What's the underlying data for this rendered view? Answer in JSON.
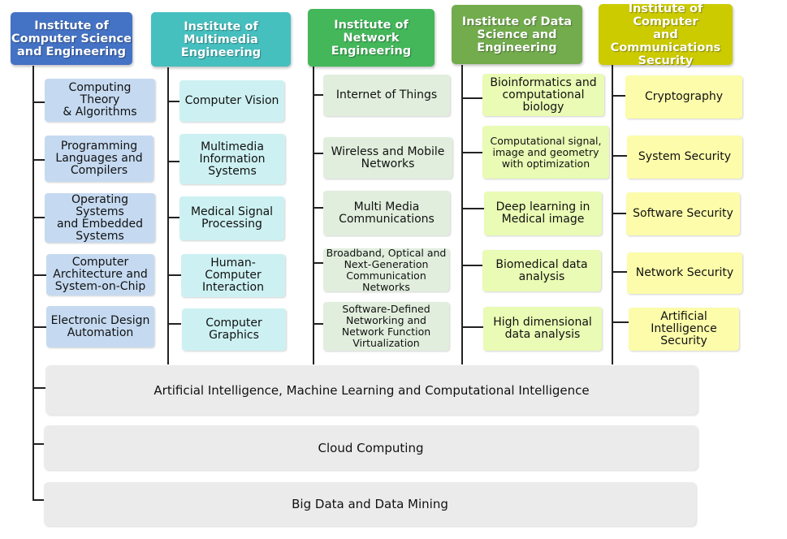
{
  "colors": {
    "col1": "#4472c4",
    "col2": "#46bfbf",
    "col3": "#43b75a",
    "col4": "#72ac4d",
    "col5": "#cccb00",
    "shared": "#ebebeb"
  },
  "columns": [
    {
      "header": "Institute of\nComputer Science\nand Engineering",
      "items": [
        "Computing\nTheory\n&  Algorithms",
        "Programming\nLanguages and\nCompilers",
        "Operating Systems\nand Embedded\nSystems",
        "Computer\nArchitecture and\nSystem-on-Chip",
        "Electronic Design\nAutomation"
      ]
    },
    {
      "header": "Institute of Multimedia\nEngineering",
      "items": [
        "Computer Vision",
        "Multimedia\nInformation\nSystems",
        "Medical Signal\nProcessing",
        "Human-\nComputer\nInteraction",
        "Computer\nGraphics"
      ]
    },
    {
      "header": "Institute of Network\nEngineering",
      "items": [
        "Internet of Things",
        "Wireless and Mobile\nNetworks",
        "Multi Media\nCommunications",
        "Broadband, Optical and\nNext-Generation\nCommunication\nNetworks",
        "Software-Defined\nNetworking and\nNetwork Function\nVirtualization"
      ]
    },
    {
      "header": "Institute of Data\nScience and\nEngineering",
      "items": [
        "Bioinformatics and\ncomputational\nbiology",
        "Computational signal,\nimage and geometry\nwith optimization",
        "Deep learning in\nMedical image",
        "Biomedical data\nanalysis",
        "High dimensional\ndata analysis"
      ]
    },
    {
      "header": "Institute of Computer\nand Communications\nSecurity",
      "items": [
        "Cryptography",
        "System Security",
        "Software Security",
        "Network Security",
        "Artificial\nIntelligence\nSecurity"
      ]
    }
  ],
  "shared": [
    "Artificial Intelligence, Machine Learning and Computational Intelligence",
    "Cloud Computing",
    "Big Data and Data Mining"
  ]
}
